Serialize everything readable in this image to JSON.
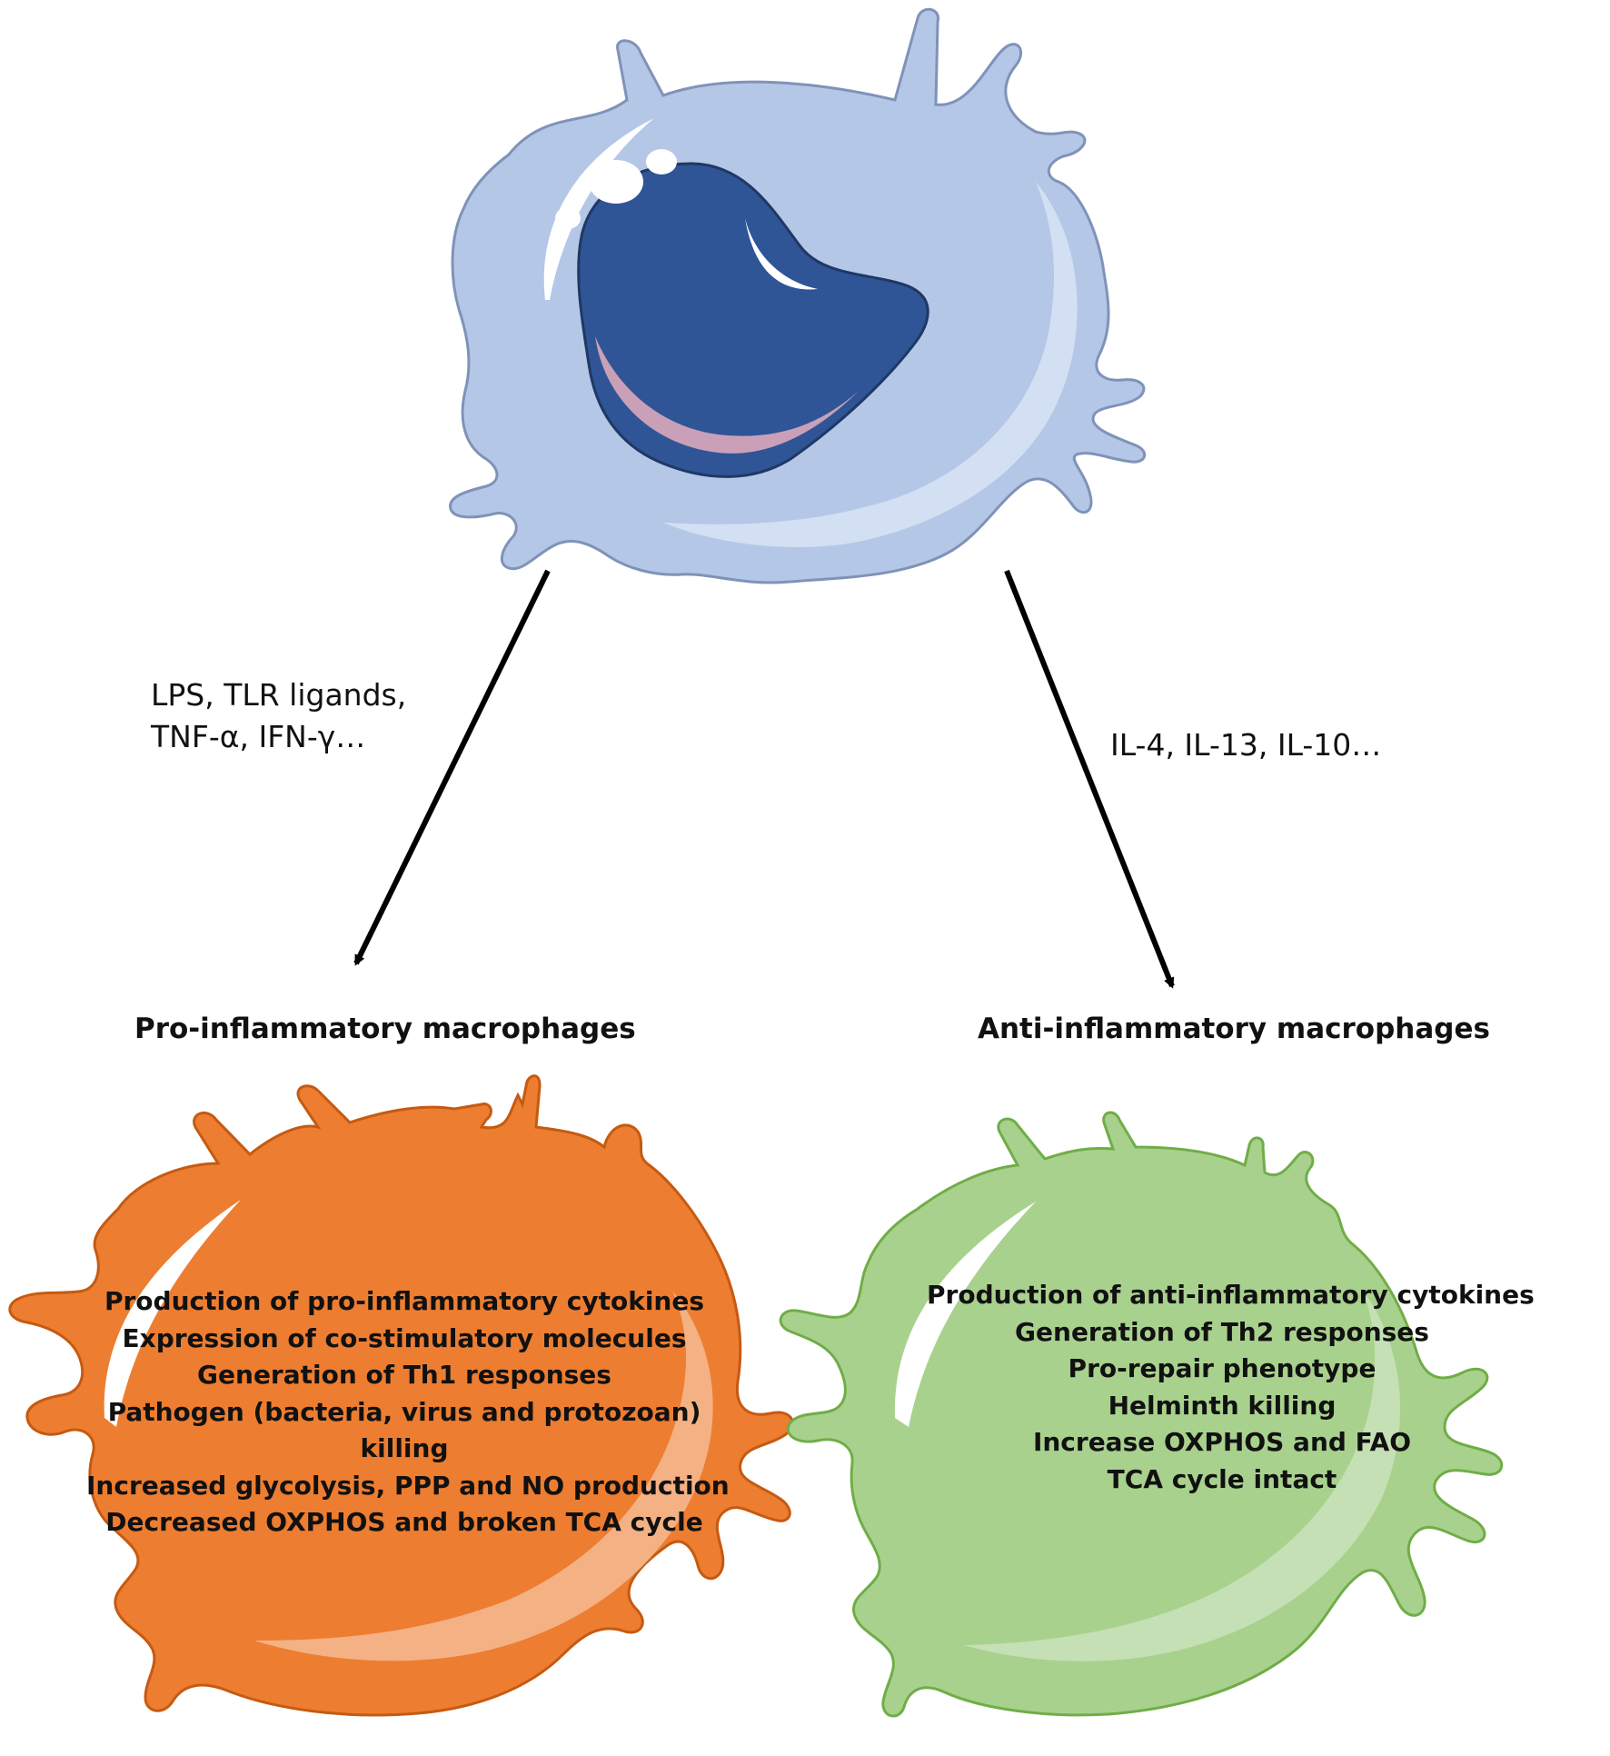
{
  "colors": {
    "naive_membrane": "#B4C7E7",
    "naive_outline": "#7F93B8",
    "nucleus": "#2F5597",
    "nucleus_outline": "#1F3864",
    "nucleolus_tint": "#C9A0B8",
    "pro_membrane": "#ED7D31",
    "pro_outline": "#C55A11",
    "anti_membrane": "#A9D18E",
    "anti_outline": "#70AD47",
    "arrow": "#000000"
  },
  "stimuli": {
    "pro": [
      "LPS, TLR ligands,",
      "TNF-α, IFN-γ…"
    ],
    "anti": "IL-4, IL-13, IL-10…"
  },
  "pro": {
    "title": "Pro-inflammatory macrophages",
    "properties": [
      "Production of pro-inflammatory cytokines",
      "Expression of co-stimulatory molecules",
      "Generation of Th1 responses",
      "Pathogen  (bacteria, virus and protozoan)",
      "killing",
      "Increased glycolysis, PPP and NO production",
      "Decreased OXPHOS and broken TCA cycle"
    ]
  },
  "anti": {
    "title": "Anti-inflammatory macrophages",
    "properties": [
      "Production of anti-inflammatory cytokines",
      "Generation of Th2 responses",
      "Pro-repair phenotype",
      "Helminth killing",
      "Increase OXPHOS and FAO",
      "TCA cycle intact"
    ]
  }
}
